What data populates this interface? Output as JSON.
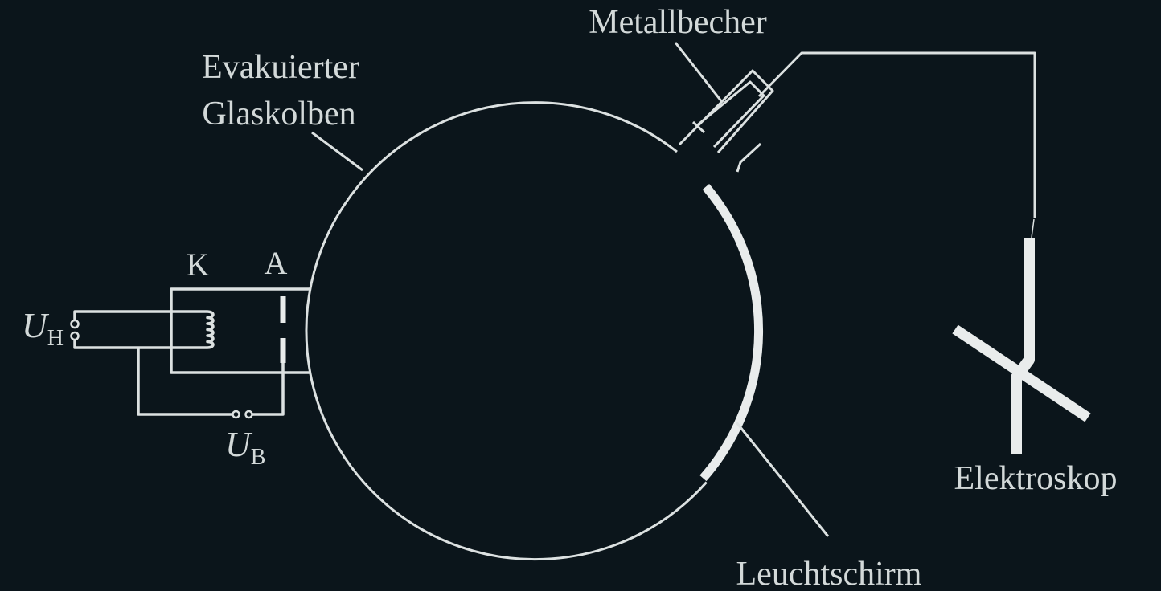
{
  "diagram": {
    "title_hint": "Electron tube with Faraday cup and electroscope (charge of electron beam demonstration)",
    "labels": {
      "bulb_line1": "Evakuierter",
      "bulb_line2": "Glaskolben",
      "metal_cup": "Metallbecher",
      "screen": "Leuchtschirm",
      "electroscope": "Elektroskop",
      "cathode": "K",
      "anode": "A",
      "heater_voltage_symbol": "U",
      "heater_voltage_sub": "H",
      "accel_voltage_symbol": "U",
      "accel_voltage_sub": "B"
    },
    "colors": {
      "background": "#0b151b",
      "line": "#dce1e1",
      "bright": "#e9ecec",
      "text": "#d3d9d9"
    }
  }
}
